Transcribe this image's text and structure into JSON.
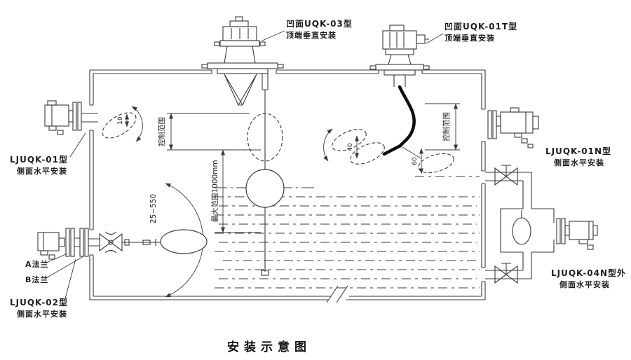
{
  "diagram": {
    "caption": "安装示意图",
    "colors": {
      "line": "#3a3a3a",
      "cable": "#0e0e0e",
      "text": "#1e1e1e",
      "background": "#ffffff"
    }
  },
  "labels": {
    "uqk03": {
      "line1": "凹面UQK-03型",
      "line2": "顶端垂直安装"
    },
    "uqk01t": {
      "line1": "凹面UQK-01T型",
      "line2": "顶端垂直安装"
    },
    "uqk01": {
      "line1": "LJUQK-01型",
      "line2": "侧面水平安装"
    },
    "uqk01n": {
      "line1": "LJUQK-01N型",
      "line2": "侧面水平安装"
    },
    "uqk02": {
      "line1": "LJUQK-02型",
      "line2": "侧面水平安装"
    },
    "uqk04n": {
      "line1": "LJUQK-04N型外",
      "line2": "侧面水平安装"
    },
    "flange_a": "A法兰",
    "flange_b": "B法兰"
  },
  "dims": {
    "control_range": "控制范围",
    "max_range": "最大范围1000mm",
    "float_travel": "25~550",
    "d10": "10",
    "d40": "40",
    "d60": "60"
  }
}
